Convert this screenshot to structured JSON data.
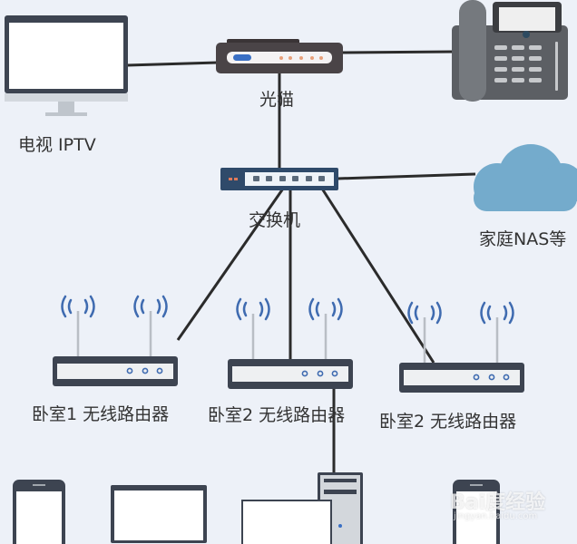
{
  "diagram": {
    "title": "Home network topology",
    "nodes": {
      "tv": {
        "label": "电视 IPTV",
        "icon": "monitor-icon"
      },
      "modem": {
        "label": "光猫",
        "icon": "optical-modem-icon"
      },
      "phone": {
        "label": "",
        "icon": "desk-phone-icon"
      },
      "switch": {
        "label": "交换机",
        "icon": "network-switch-icon"
      },
      "nas": {
        "label": "家庭NAS等",
        "icon": "cloud-icon"
      },
      "router1": {
        "label": "卧室1 无线路由器",
        "icon": "wireless-router-icon"
      },
      "router2": {
        "label": "卧室2 无线路由器",
        "icon": "wireless-router-icon"
      },
      "router3": {
        "label": "卧室2 无线路由器",
        "icon": "wireless-router-icon"
      }
    },
    "edges": [
      [
        "tv",
        "modem"
      ],
      [
        "modem",
        "phone"
      ],
      [
        "modem",
        "switch"
      ],
      [
        "switch",
        "nas"
      ],
      [
        "switch",
        "router1"
      ],
      [
        "switch",
        "router2"
      ],
      [
        "switch",
        "router3"
      ],
      [
        "router2",
        "desktop-pc"
      ]
    ],
    "bottom_devices": [
      "smartphone-icon",
      "tablet-icon",
      "desktop-pc-icon",
      "smartphone-icon"
    ],
    "colors": {
      "background": "#edf1f8",
      "device_dark": "#3d4451",
      "modem_body": "#4a4447",
      "switch_body": "#2f4a6a",
      "cloud": "#74abcc",
      "wifi_wave": "#3f6bb0",
      "led_orange": "#e8a07a",
      "led_blue": "#3a6fc4"
    }
  },
  "watermark": {
    "brand": "Bai度经验",
    "url": "jingyan.baidu.com"
  }
}
